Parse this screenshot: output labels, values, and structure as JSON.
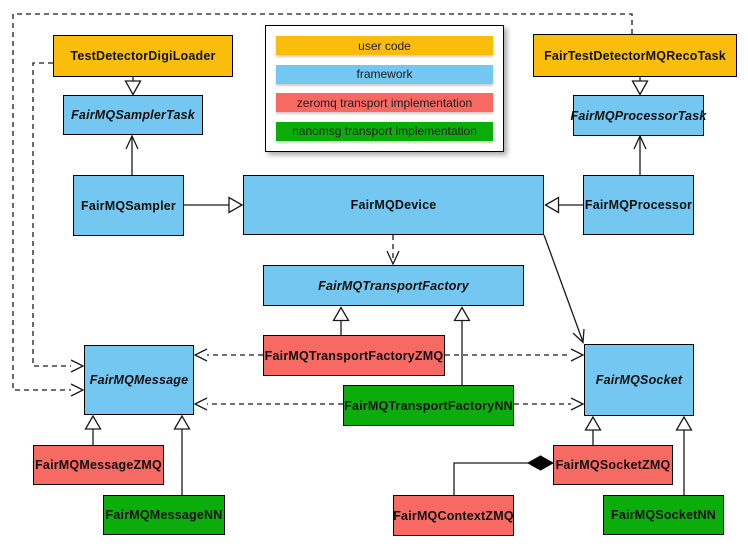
{
  "colors": {
    "user_code": "#FBBD0B",
    "framework": "#74C7F0",
    "zeromq": "#F76963",
    "nanomsg": "#0BAD0B"
  },
  "legend": {
    "items": [
      {
        "label": "user code"
      },
      {
        "label": "framework"
      },
      {
        "label": "zeromq transport implementation"
      },
      {
        "label": "nanomsg transport implementation"
      }
    ]
  },
  "nodes": {
    "digiloader": {
      "label": "TestDetectorDigiLoader",
      "layer": "user code",
      "abstract": false
    },
    "samplertask": {
      "label": "FairMQSamplerTask",
      "layer": "framework",
      "abstract": true
    },
    "recotask": {
      "label": "FairTestDetectorMQRecoTask",
      "layer": "user code",
      "abstract": false
    },
    "processortask": {
      "label": "FairMQProcessorTask",
      "layer": "framework",
      "abstract": true
    },
    "sampler": {
      "label": "FairMQSampler",
      "layer": "framework",
      "abstract": false
    },
    "device": {
      "label": "FairMQDevice",
      "layer": "framework",
      "abstract": false
    },
    "processor": {
      "label": "FairMQProcessor",
      "layer": "framework",
      "abstract": false
    },
    "transportfactory": {
      "label": "FairMQTransportFactory",
      "layer": "framework",
      "abstract": true
    },
    "transportfactoryzmq": {
      "label": "FairMQTransportFactoryZMQ",
      "layer": "zeromq",
      "abstract": false
    },
    "transportfactorynn": {
      "label": "FairMQTransportFactoryNN",
      "layer": "nanomsg",
      "abstract": false
    },
    "message": {
      "label": "FairMQMessage",
      "layer": "framework",
      "abstract": true
    },
    "socket": {
      "label": "FairMQSocket",
      "layer": "framework",
      "abstract": true
    },
    "messagezmq": {
      "label": "FairMQMessageZMQ",
      "layer": "zeromq",
      "abstract": false
    },
    "messagenn": {
      "label": "FairMQMessageNN",
      "layer": "nanomsg",
      "abstract": false
    },
    "socketzmq": {
      "label": "FairMQSocketZMQ",
      "layer": "zeromq",
      "abstract": false
    },
    "contextzmq": {
      "label": "FairMQContextZMQ",
      "layer": "zeromq",
      "abstract": false
    },
    "socketnn": {
      "label": "FairMQSocketNN",
      "layer": "nanomsg",
      "abstract": false
    }
  }
}
